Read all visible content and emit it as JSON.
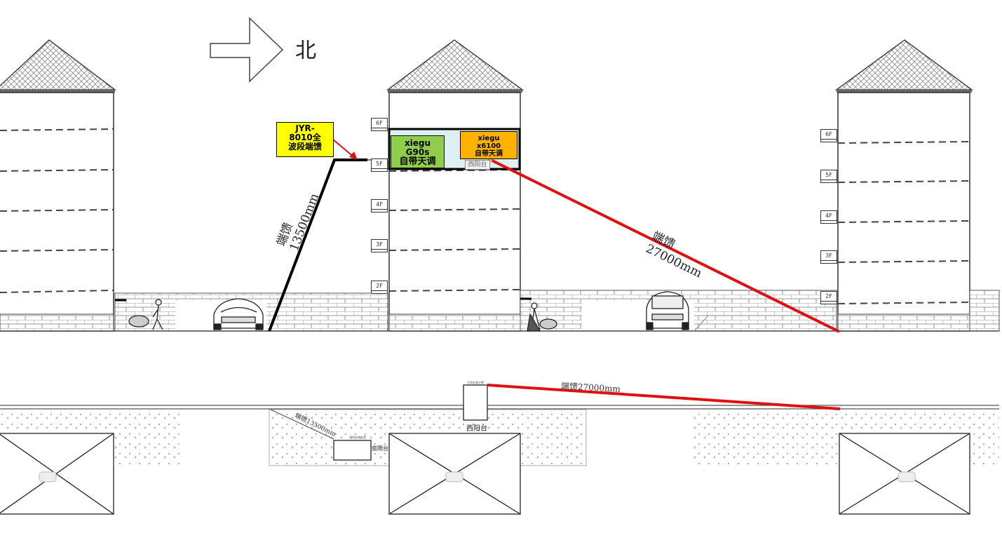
{
  "north": {
    "label": "北"
  },
  "antenna_note": {
    "lines": [
      "JYR-",
      "8010全",
      "波段端馈"
    ]
  },
  "radio_g90s": {
    "lines": [
      "xiegu",
      "G90s",
      "自带天调"
    ]
  },
  "radio_x6100": {
    "lines": [
      "xiegu",
      "x6100",
      "自带天调"
    ]
  },
  "balcony_label": "西阳台",
  "feed_short": "端馈13500mm",
  "feed_long": "端馈27000mm",
  "plan_feed_long": "端馈27000mm",
  "plan_feed_short": "端馈13500mm",
  "plan_west_balcony": "西阳台",
  "plan_east_balcony": "南阳台",
  "plan_tiny_a": "天线安装位置",
  "plan_tiny_b": "天线安装位置",
  "floors_left": [
    "6F",
    "5F",
    "4F",
    "3F",
    "2F"
  ],
  "floors_right": [
    "6F",
    "5F",
    "4F",
    "3F",
    "2F"
  ],
  "colors": {
    "wire_red": "#e01010",
    "wire_black": "#000000",
    "note_yellow": "#ffff00",
    "g90s_green": "#8fce4a",
    "x6100_orange": "#ffb300",
    "room_tint": "#dff0f3"
  }
}
